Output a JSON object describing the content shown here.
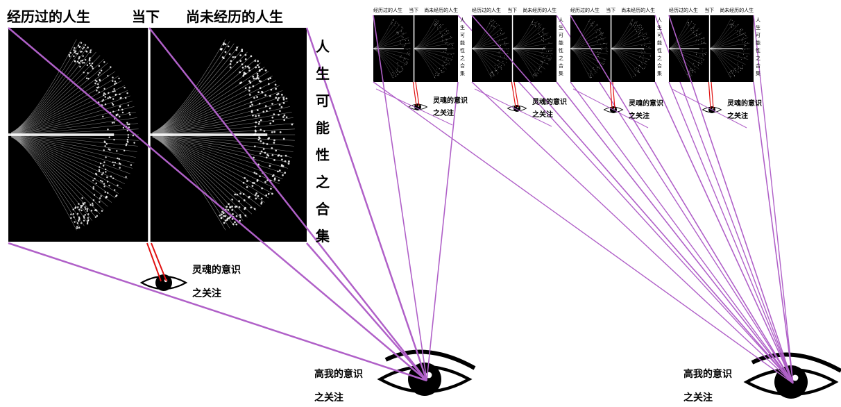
{
  "main_panel": {
    "past_label": "经历过的人生",
    "present_label": "当下",
    "future_label": "尚未经历的人生",
    "vertical_label_chars": [
      "人",
      "生",
      "可",
      "能",
      "性",
      "之",
      "合",
      "集"
    ]
  },
  "soul_eye": {
    "label_line1": "灵魂的意识",
    "label_line2": "之关注"
  },
  "higher_eyes": [
    {
      "label_line1": "高我的意识",
      "label_line2": "之关注"
    },
    {
      "label_line1": "高我的意识",
      "label_line2": "之关注"
    }
  ],
  "mini_panels": [
    {
      "past": "经历过的人生",
      "present": "当下",
      "future": "尚未经历的人生",
      "vertical": [
        "人",
        "生",
        "可",
        "能",
        "性",
        "之",
        "合",
        "集"
      ],
      "eye_line1": "灵魂的意识",
      "eye_line2": "之关注"
    },
    {
      "past": "经历过的人生",
      "present": "当下",
      "future": "尚未经历的人生",
      "vertical": [
        "人",
        "生",
        "可",
        "能",
        "性",
        "之",
        "合",
        "集"
      ],
      "eye_line1": "灵魂的意识",
      "eye_line2": "之关注"
    },
    {
      "past": "经历过的人生",
      "present": "当下",
      "future": "尚未经历的人生",
      "vertical": [
        "人",
        "生",
        "可",
        "能",
        "性",
        "之",
        "合",
        "集"
      ],
      "eye_line1": "灵魂的意识",
      "eye_line2": "之关注"
    },
    {
      "past": "经历过的人生",
      "present": "当下",
      "future": "尚未经历的人生",
      "vertical": [
        "人",
        "生",
        "可",
        "能",
        "性",
        "之",
        "合",
        "集"
      ],
      "eye_line1": "灵魂的意识",
      "eye_line2": "之关注"
    }
  ],
  "colors": {
    "sight_line": "#b060c8",
    "soul_line": "#e01010",
    "panel_bg": "#000000",
    "pattern": "#ffffff"
  }
}
